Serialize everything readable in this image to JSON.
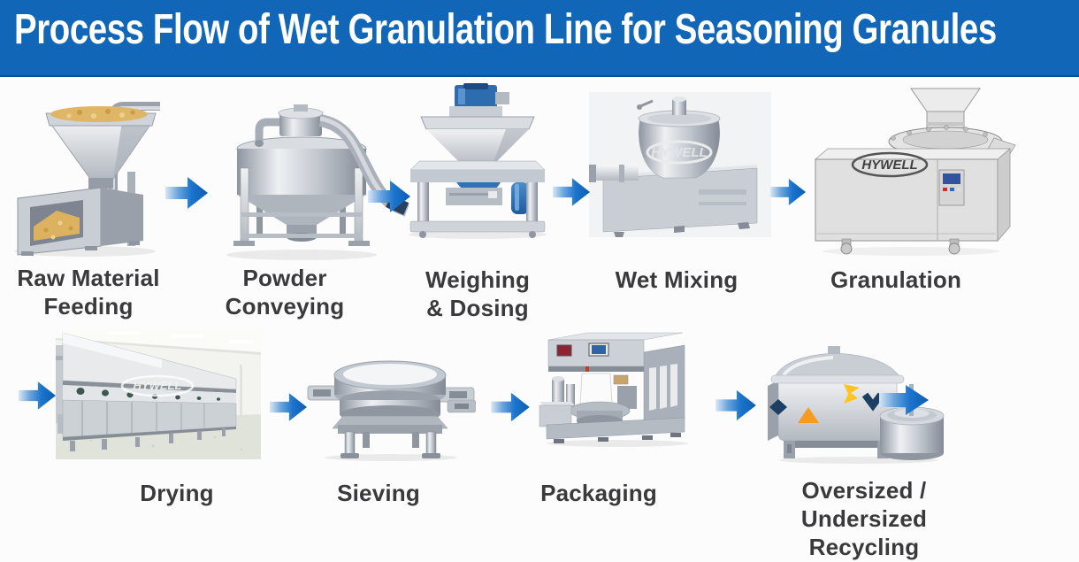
{
  "title": "Process Flow of Wet Granulation Line for Seasoning Granules",
  "branding": {
    "watermark": "HYWELL"
  },
  "colors": {
    "header_bg": "#1166b8",
    "arrow_blue": "#1b74cc",
    "label_text": "#3a3a3c"
  },
  "steps": [
    {
      "id": "raw-material-feeding",
      "row": 1,
      "label": "Raw Material\nFeeding"
    },
    {
      "id": "powder-conveying",
      "row": 1,
      "label": "Powder\nConveying"
    },
    {
      "id": "weighing-dosing",
      "row": 1,
      "label": "Weighing\n& Dosing"
    },
    {
      "id": "wet-mixing",
      "row": 1,
      "label": "Wet Mixing"
    },
    {
      "id": "granulation",
      "row": 1,
      "label": "Granulation"
    },
    {
      "id": "drying",
      "row": 2,
      "label": "Drying"
    },
    {
      "id": "sieving",
      "row": 2,
      "label": "Sieving"
    },
    {
      "id": "packaging",
      "row": 2,
      "label": "Packaging"
    },
    {
      "id": "oversized-undersized-recycling",
      "row": 2,
      "label": "Oversized / Undersized\nRecycling"
    }
  ]
}
